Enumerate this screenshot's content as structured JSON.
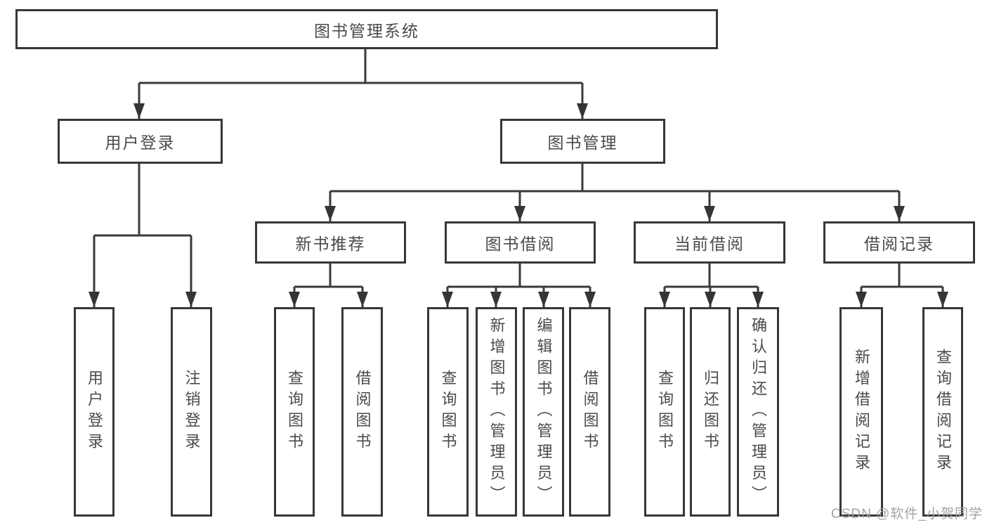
{
  "nodes": {
    "root": "图书管理系统",
    "user_login": "用户登录",
    "book_mgmt": "图书管理",
    "new_book_rec": "新书推荐",
    "book_borrow": "图书借阅",
    "current_borrow": "当前借阅",
    "borrow_records": "借阅记录",
    "leaf_user_login": "用户登录",
    "leaf_logout": "注销登录",
    "leaf_query_book_1": "查询图书",
    "leaf_borrow_book_1": "借阅图书",
    "leaf_query_book_2": "查询图书",
    "leaf_add_book": "新增图书（管理员）",
    "leaf_edit_book": "编辑图书（管理员）",
    "leaf_borrow_book_2": "借阅图书",
    "leaf_query_book_3": "查询图书",
    "leaf_return_book": "归还图书",
    "leaf_confirm_return": "确认归还（管理员）",
    "leaf_add_record": "新增借阅记录",
    "leaf_query_record": "查询借阅记录"
  },
  "hierarchy": {
    "图书管理系统": {
      "用户登录": [
        "用户登录",
        "注销登录"
      ],
      "图书管理": {
        "新书推荐": [
          "查询图书",
          "借阅图书"
        ],
        "图书借阅": [
          "查询图书",
          "新增图书（管理员）",
          "编辑图书（管理员）",
          "借阅图书"
        ],
        "当前借阅": [
          "查询图书",
          "归还图书",
          "确认归还（管理员）"
        ],
        "借阅记录": [
          "新增借阅记录",
          "查询借阅记录"
        ]
      }
    }
  },
  "watermark": "CSDN @软件_小贺同学",
  "colors": {
    "line": "#3a3a3a",
    "box_border": "#373737",
    "text": "#4a4a4a",
    "watermark": "#9e9e9e",
    "background": "#ffffff"
  }
}
